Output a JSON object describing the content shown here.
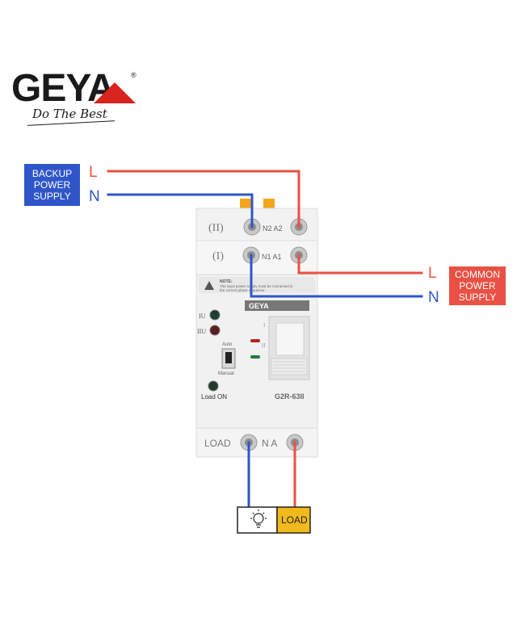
{
  "brand": {
    "name": "GEYA",
    "slogan": "Do The Best",
    "registered": "®"
  },
  "backup_supply": {
    "label": "BACKUP\nPOWER\nSUPPLY",
    "line": "L",
    "neutral": "N"
  },
  "common_supply": {
    "label": "COMMON\nPOWER\nSUPPLY",
    "line": "L",
    "neutral": "N"
  },
  "device": {
    "source_2_label": "(II)",
    "source_2_terminals": "N2 A2",
    "source_1_label": "(I)",
    "source_1_terminals": "N1 A1",
    "note_title": "NOTE:",
    "note_text_1": "The input power supply must be connected in",
    "note_text_2": "the correct phase sequence",
    "indicator_1": "IU",
    "indicator_2": "IIU",
    "mode_auto": "Auto",
    "mode_manual": "Manual",
    "load_on": "Load ON",
    "brand": "GEYA",
    "model": "G2R-63II",
    "position_1": "I",
    "position_2": "II",
    "load_label": "LOAD",
    "load_terminals": "N A"
  },
  "load": {
    "icon": "light-bulb-icon",
    "label": "LOAD"
  },
  "colors": {
    "line_wire": "#ea5144",
    "neutral_wire": "#2f56c9",
    "load_box": "#f2b91c",
    "logo_red": "#d8231f"
  }
}
